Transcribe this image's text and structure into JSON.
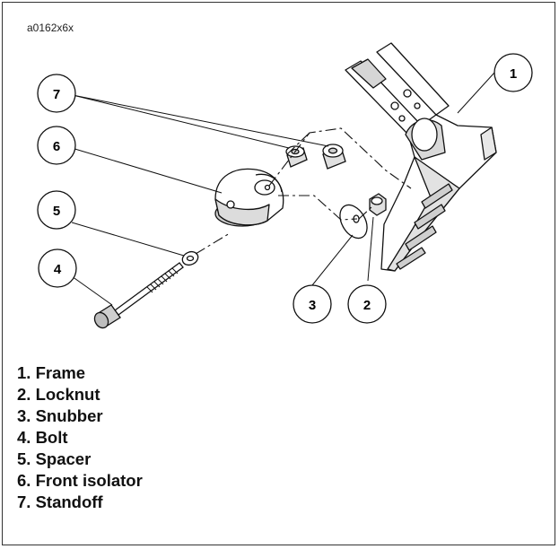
{
  "figure_id": "a0162x6x",
  "callouts": [
    "1",
    "2",
    "3",
    "4",
    "5",
    "6",
    "7"
  ],
  "legend": [
    {
      "number": "1",
      "text": "1. Frame"
    },
    {
      "number": "2",
      "text": "2. Locknut"
    },
    {
      "number": "3",
      "text": "3. Snubber"
    },
    {
      "number": "4",
      "text": "4. Bolt"
    },
    {
      "number": "5",
      "text": "5. Spacer"
    },
    {
      "number": "6",
      "text": "6. Front isolator"
    },
    {
      "number": "7",
      "text": "7. Standoff"
    }
  ],
  "colors": {
    "line": "#111111",
    "part_fill": "#ffffff",
    "shade": "#cfcfcf",
    "border": "#333333"
  }
}
